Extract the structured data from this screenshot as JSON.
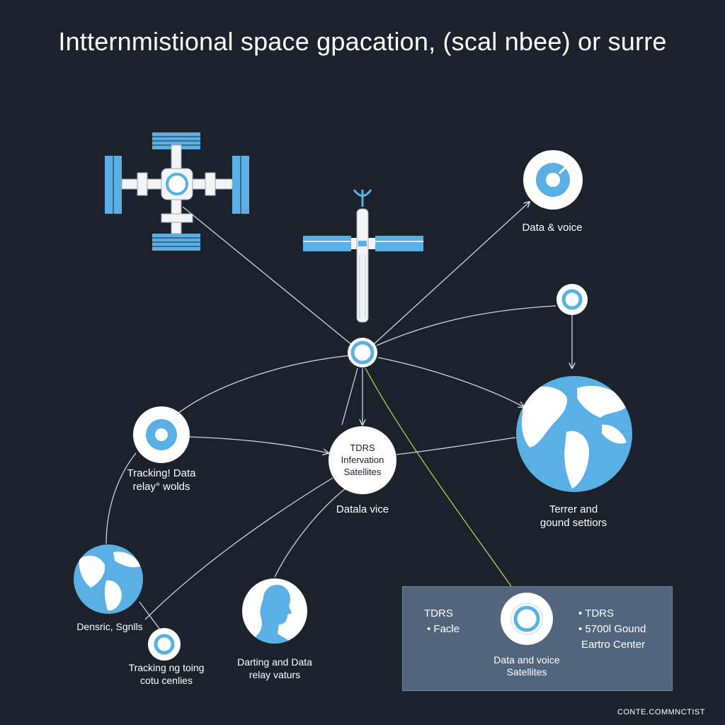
{
  "title": "Intternmistional space gpacation, (scal nbee) or surre",
  "colors": {
    "background": "#1c222b",
    "accent": "#5ab0e4",
    "panel": "#51657d",
    "highlight_line": "#c8d85a"
  },
  "labels": {
    "data_voice_top": "Data & voice",
    "tracking_relay": [
      "Tracking! Data",
      "relay° wolds"
    ],
    "tdrs_center": [
      "TDRS",
      "Infervation",
      "Satellites"
    ],
    "data_voice_mid": "Datala vice",
    "terrestrial": [
      "Terrer and",
      "gound settiors"
    ],
    "densric": "Densric, Sgnlls",
    "tracking_small": [
      "Tracking ng toing",
      "cotu cenlies"
    ],
    "darting": [
      "Darting and Data",
      "relay vaturs"
    ]
  },
  "panel": {
    "left_title": "TDRS",
    "left_item": "Facle",
    "right_items": [
      "TDRS",
      "5700l Gound"
    ],
    "right_extra": "Eartro Center",
    "bottom": [
      "Data and voice",
      "Satellites"
    ]
  },
  "footer": "CONTE.COMMNCTIST",
  "icons": [
    "space-station-icon",
    "satellite-icon",
    "earth-globe-icon",
    "person-head-icon",
    "node-ring-icon"
  ]
}
